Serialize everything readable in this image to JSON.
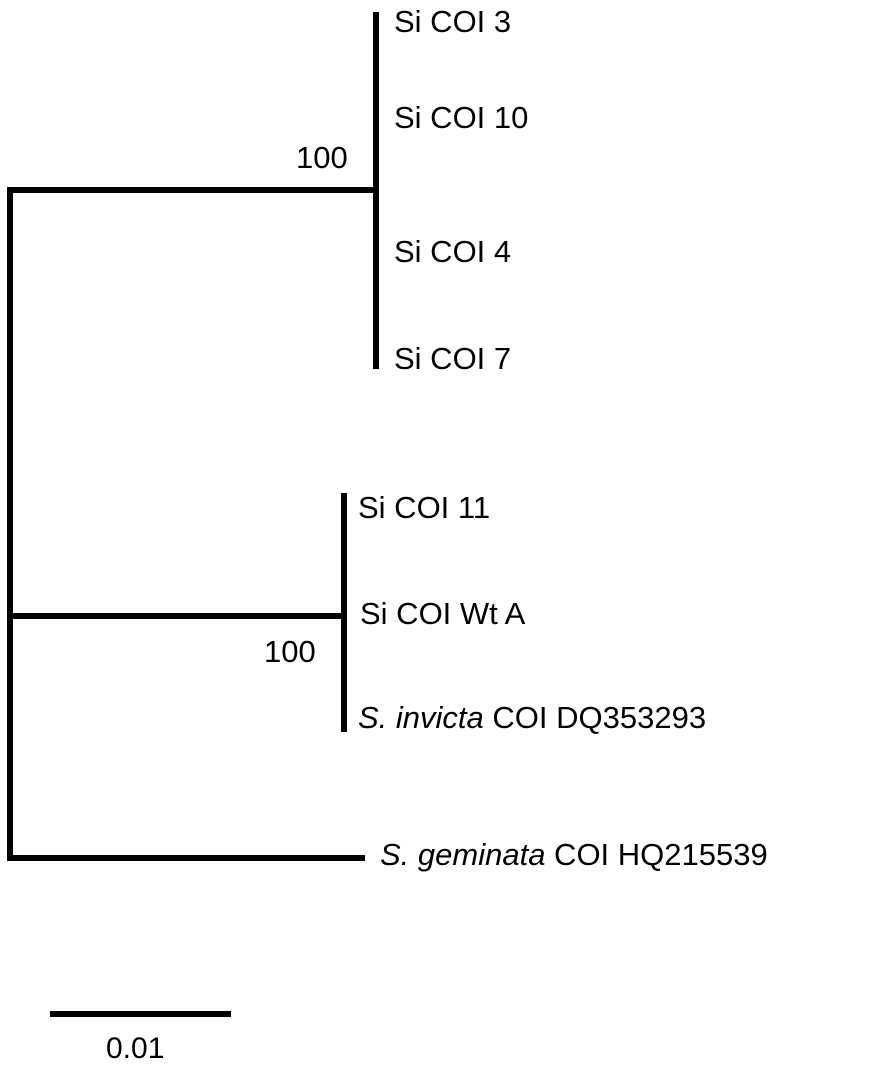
{
  "tree": {
    "clade_a": {
      "support": "100",
      "tips": [
        {
          "label": "Si COI 3"
        },
        {
          "label": "Si COI 10"
        },
        {
          "label": "Si COI 4"
        },
        {
          "label": "Si COI 7"
        }
      ]
    },
    "clade_b": {
      "support": "100",
      "tips": [
        {
          "label": "Si COI 11"
        },
        {
          "label": "Si COI Wt A"
        },
        {
          "species": "S. invicta",
          "label": " COI DQ353293"
        }
      ]
    },
    "outgroup": {
      "species": "S. geminata",
      "label": " COI HQ215539"
    }
  },
  "scale_bar": {
    "label": "0.01"
  }
}
